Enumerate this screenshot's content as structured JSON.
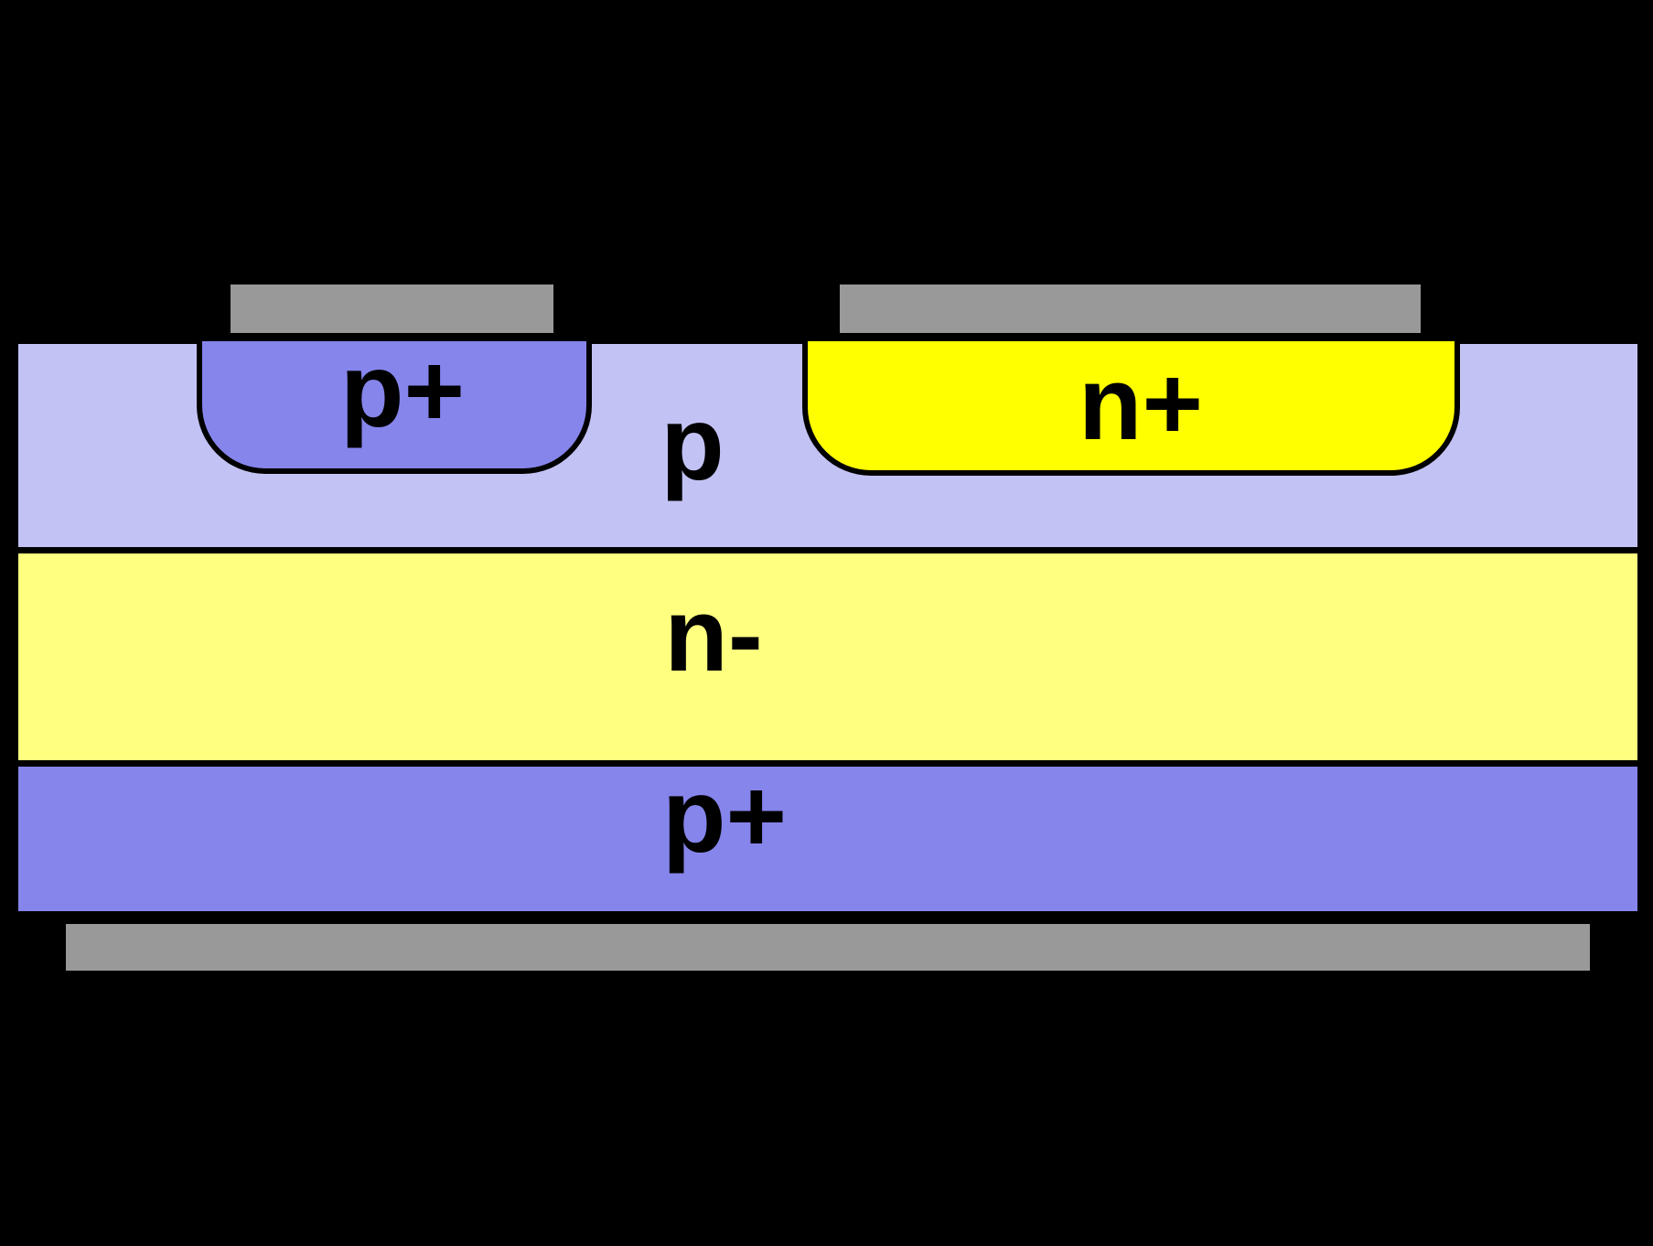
{
  "diagram": {
    "type": "semiconductor-cross-section",
    "regions": {
      "p_well": {
        "label": "p+"
      },
      "n_well": {
        "label": "n+"
      },
      "p_base": {
        "label": "p"
      },
      "n_drift": {
        "label": "n-"
      },
      "p_substrate": {
        "label": "p+"
      }
    },
    "colors": {
      "background": "#000000",
      "p_base": "#c3c2f4",
      "n_drift": "#ffff80",
      "p_plus": "#8685ec",
      "n_plus": "#ffff00",
      "metal": "#999999",
      "outline": "#000000",
      "text": "#000000"
    }
  }
}
